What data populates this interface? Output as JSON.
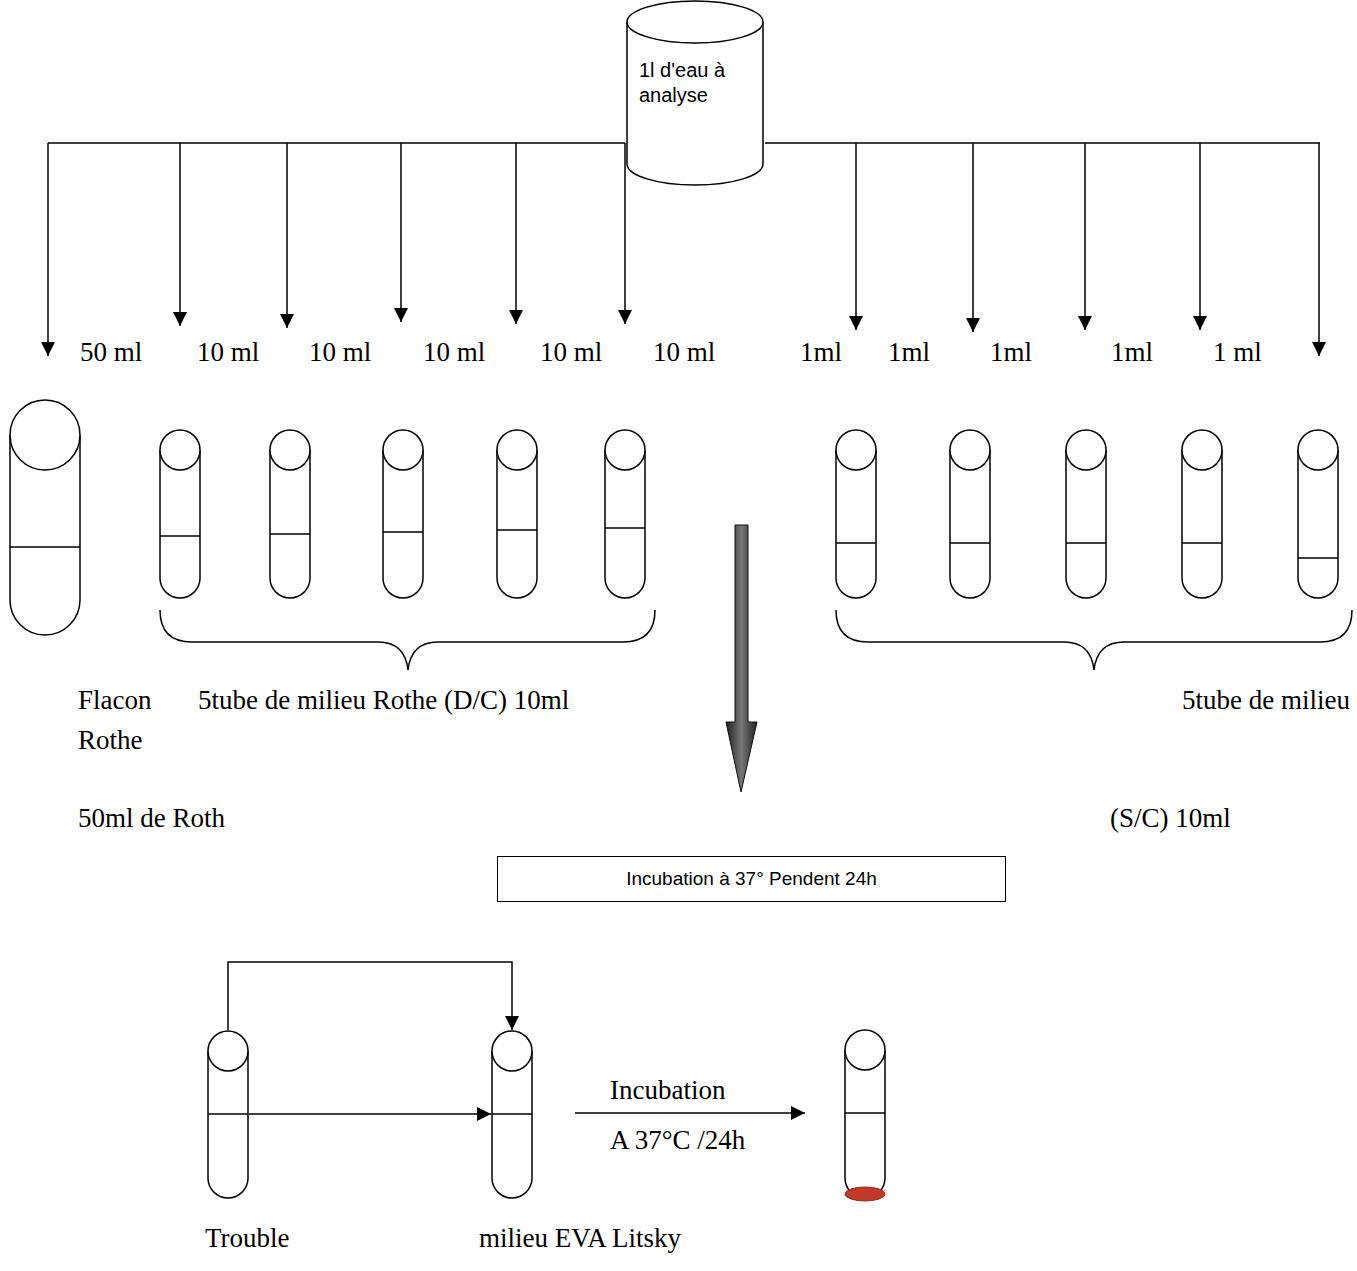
{
  "diagram": {
    "nodes": [
      {
        "text": [
          "1l d'eau à analyse"
        ]
      },
      {
        "text": [
          "Incubation à 37° Pendent 24h"
        ]
      },
      {
        "text": [
          "Trouble"
        ]
      },
      {
        "text": [
          "milieu EVA Litsky"
        ]
      }
    ],
    "edges": [
      {
        "from": 2,
        "to": 3,
        "arrow": "to"
      },
      {
        "from": 2,
        "to": 3,
        "arrow": "to"
      }
    ],
    "labels": [
      "50 ml",
      "10 ml",
      "10 ml",
      "10 ml",
      "10 ml",
      "10 ml",
      "1ml",
      "1ml",
      "1ml",
      "1ml",
      "1 ml",
      "Flacon",
      "Rothe",
      "5tube de milieu Rothe (D/C) 10ml",
      "5tube de milieu",
      "50ml de Roth",
      "(S/C) 10ml",
      "Incubation",
      "A 37°C /24h"
    ]
  }
}
